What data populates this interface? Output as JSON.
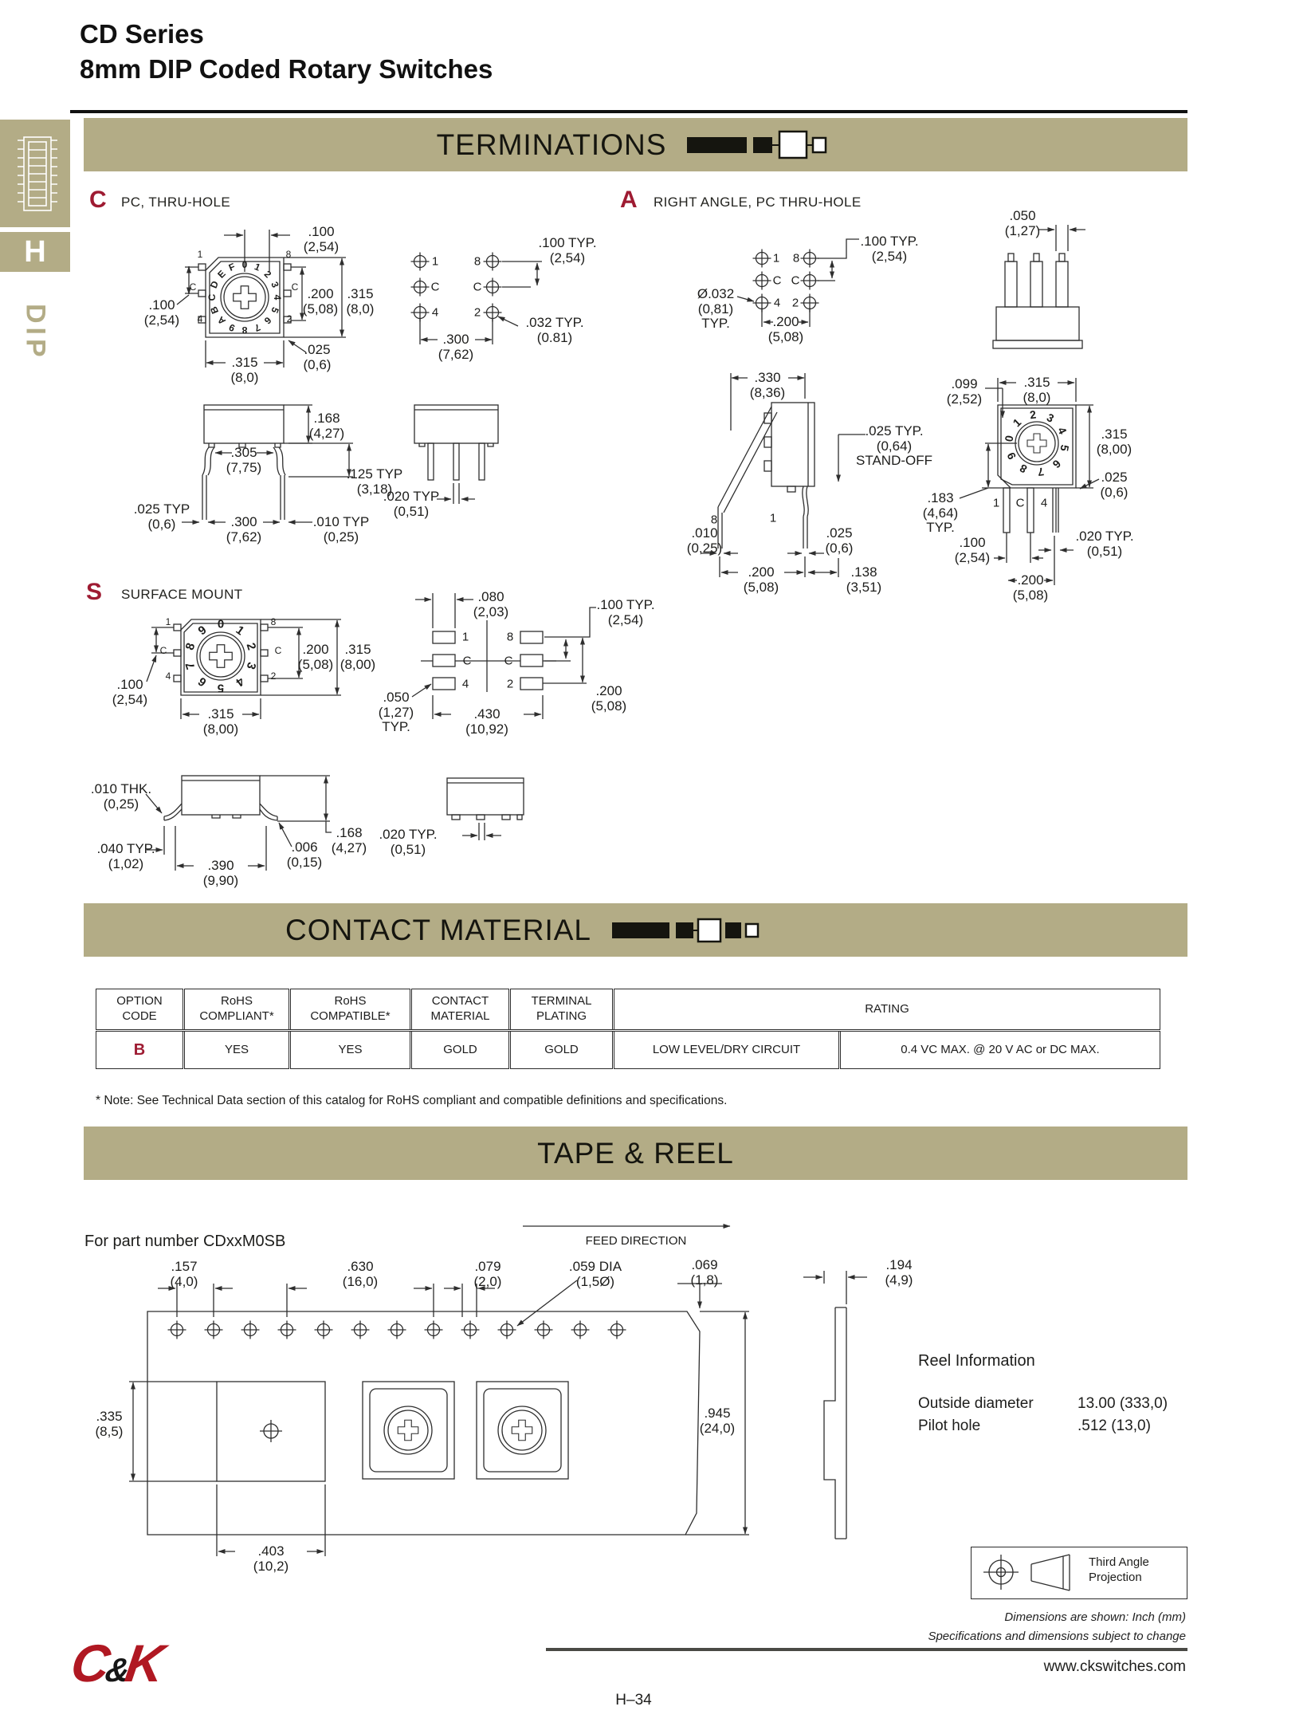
{
  "page": {
    "title1": "CD Series",
    "title2": "8mm DIP Coded Rotary Switches",
    "page_number": "H–34",
    "website": "www.ckswitches.com",
    "footer_note_dimensions": "Dimensions are shown: Inch (mm)",
    "footer_note_specs": "Specifications and dimensions subject to change",
    "logo": {
      "c": "C",
      "amp": "&",
      "k": "K"
    }
  },
  "sidebar": {
    "tab": "H",
    "vertical_label": "DIP"
  },
  "banners": {
    "terminations": "TERMINATIONS",
    "contact_material": "CONTACT MATERIAL",
    "tape_reel": "TAPE & REEL"
  },
  "colors": {
    "banner_tan": "#b3ac86",
    "accent_red": "#9e1b32",
    "logo_red": "#b01822",
    "line": "#2e2e2e"
  },
  "sections": {
    "c": {
      "code": "C",
      "title": "PC, THRU-HOLE"
    },
    "a": {
      "code": "A",
      "title": "RIGHT ANGLE, PC THRU-HOLE"
    },
    "s": {
      "code": "S",
      "title": "SURFACE MOUNT"
    }
  },
  "pins": {
    "p1": "1",
    "p2": "2",
    "p4": "4",
    "p8": "8",
    "pc": "C"
  },
  "dials": {
    "hex": "0123456789ABCDEF",
    "dec": "0123456789"
  },
  "dims": {
    "d100": ".100",
    "d100mm": "(2,54)",
    "d100typ": ".100 TYP.",
    "d200": ".200",
    "d200mm": "(5,08)",
    "d315": ".315",
    "d315mm8_0": "(8,0)",
    "d315mm8_00": "(8,00)",
    "d025": ".025",
    "d025mm": "(0,6)",
    "d025typ": ".025 TYP",
    "d025typdot": ".025 TYP.",
    "d064mm": "(0,64)",
    "standoff": "STAND-OFF",
    "d300": ".300",
    "d300mm": "(7,62)",
    "d032typ": ".032 TYP.",
    "d032typmm": "(0.81)",
    "dia032": "Ø.032",
    "dia032mm": "(0,81)",
    "typ": "TYP.",
    "d168": ".168",
    "d168mm": "(4,27)",
    "d305": ".305",
    "d305mm": "(7,75)",
    "d125typ": ".125 TYP",
    "d125mm": "(3,18)",
    "d010typ": ".010 TYP",
    "d010mm": "(0,25)",
    "d010": ".010",
    "d020typ": ".020 TYP",
    "d020typdot": ".020 TYP.",
    "d020mm": "(0,51)",
    "d050": ".050",
    "d050mm": "(1,27)",
    "d330": ".330",
    "d330mm": "(8,36)",
    "d138": ".138",
    "d138mm": "(3,51)",
    "d099": ".099",
    "d099mm": "(2,52)",
    "d183": ".183",
    "d183mm": "(4,64)",
    "d080": ".080",
    "d080mm": "(2,03)",
    "d430": ".430",
    "d430mm": "(10,92)",
    "d010thk": ".010 THK.",
    "d040typ": ".040 TYP.",
    "d040mm": "(1,02)",
    "d390": ".390",
    "d390mm": "(9,90)",
    "d006": ".006",
    "d006mm": "(0,15)",
    "d157": ".157",
    "d157mm": "(4,0)",
    "d630": ".630",
    "d630mm": "(16,0)",
    "d079": ".079",
    "d079mm": "(2,0)",
    "d059": ".059 DIA",
    "d059mm": "(1,5Ø)",
    "d069": ".069",
    "d069mm": "(1,8)",
    "d194": ".194",
    "d194mm": "(4,9)",
    "d335": ".335",
    "d335mm": "(8,5)",
    "d945": ".945",
    "d945mm": "(24,0)",
    "d403": ".403",
    "d403mm": "(10,2)"
  },
  "table": {
    "headers": [
      [
        "OPTION",
        "CODE"
      ],
      [
        "RoHS",
        "COMPLIANT*"
      ],
      [
        "RoHS",
        "COMPATIBLE*"
      ],
      [
        "CONTACT",
        "MATERIAL"
      ],
      [
        "TERMINAL",
        "PLATING"
      ],
      [
        "RATING"
      ]
    ],
    "row": {
      "code": "B",
      "compliant": "YES",
      "compatible": "YES",
      "material": "GOLD",
      "plating": "GOLD",
      "rating_circuit": "LOW LEVEL/DRY CIRCUIT",
      "rating_value": "0.4 VC MAX. @ 20 V AC or DC MAX."
    },
    "note": "* Note: See Technical Data section of this catalog for RoHS compliant and compatible definitions and specifications."
  },
  "tape": {
    "part_line": "For part number CDxxM0SB",
    "feed_direction": "FEED DIRECTION",
    "reel_title": "Reel Information",
    "od_label": "Outside diameter",
    "od_value": "13.00 (333,0)",
    "ph_label": "Pilot hole",
    "ph_value": ".512 (13,0)",
    "projection1": "Third Angle",
    "projection2": "Projection"
  }
}
